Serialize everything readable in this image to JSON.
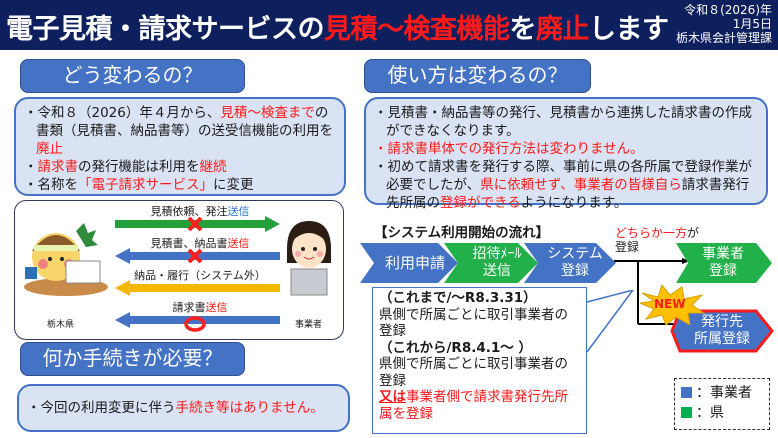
{
  "header": {
    "title_part1": "電子見積・請求サービスの",
    "title_part2": "見積〜検査機能",
    "title_part3": "を",
    "title_part4": "廃止",
    "title_part5": "します",
    "date_line1": "令和８(2026)年",
    "date_line2": "1月5日",
    "department": "栃木県会計管理課"
  },
  "section1": {
    "heading": "どう変わるの？",
    "bullet1_a": "・令和８（2026）年４月から、",
    "bullet1_b": "見積〜検査まで",
    "bullet1_c": "の書類（見積書、納品書等）の送受信機能の利用を",
    "bullet1_d": "廃止",
    "bullet2_a": "・",
    "bullet2_b": "請求書",
    "bullet2_c": "の発行機能は利用を",
    "bullet2_d": "継続",
    "bullet3_a": "・名称を",
    "bullet3_b": "「電子請求サービス」",
    "bullet3_c": "に変更"
  },
  "diagram": {
    "left_label": "栃木県",
    "right_label": "事業者",
    "arrows": [
      {
        "label_a": "見積依頼、発注",
        "label_b": "送信",
        "color": "#22a03c",
        "direction": "right",
        "mark": "cross"
      },
      {
        "label_a": "見積書、納品書",
        "label_b": "送信",
        "color": "#4472c4",
        "direction": "left",
        "mark": "cross"
      },
      {
        "label_a": "納品・履行（システム外）",
        "label_b": "",
        "color": "#f5b800",
        "direction": "left",
        "mark": "none"
      },
      {
        "label_a": "請求書",
        "label_b": "送信",
        "color": "#4472c4",
        "direction": "left",
        "mark": "circle"
      }
    ]
  },
  "section3": {
    "heading": "何か手続きが必要？",
    "text_a": "・今回の利用変更に伴う",
    "text_b": "手続き等はありません。"
  },
  "section2": {
    "heading": "使い方は変わるの？",
    "bullet1": "・見積書・納品書等の発行、見積書から連携した請求書の作成ができなくなります。",
    "bullet2": "・請求書単体での発行方法は変わりません。",
    "bullet3_a": "・初めて請求書を発行する際、事前に県の各所属で登録作業が必要でしたが、",
    "bullet3_b": "県に依頼せず、事業者の皆様自ら",
    "bullet3_c": "請求書発行先所属の",
    "bullet3_d": "登録ができる",
    "bullet3_e": "ようになります。"
  },
  "flow": {
    "title": "【システム利用開始の流れ】",
    "step1": "利用申請",
    "step2_line1": "招待ﾒｰﾙ",
    "step2_line2": "送信",
    "step3_line1": "システム",
    "step3_line2": "登録",
    "either_a": "どちらか一方",
    "either_b": "が",
    "either_c": "登録",
    "option1_line1": "事業者",
    "option1_line2": "登録",
    "option2_line1": "発行先",
    "option2_line2": "所属登録",
    "new_badge": "NEW"
  },
  "callout": {
    "before_heading": "（これまで/〜R8.3.31）",
    "before_text": "県側で所属ごとに取引事業者の登録",
    "after_heading": "（これから/R8.4.1〜 ）",
    "after_text": "県側で所属ごとに取引事業者の登録",
    "after_alt_a": "又は",
    "after_alt_b": "事業者側で請求書発行先所属を登録"
  },
  "legend": {
    "item1": "：事業者",
    "item2": "：県",
    "color1": "#4472c4",
    "color2": "#00b050"
  }
}
